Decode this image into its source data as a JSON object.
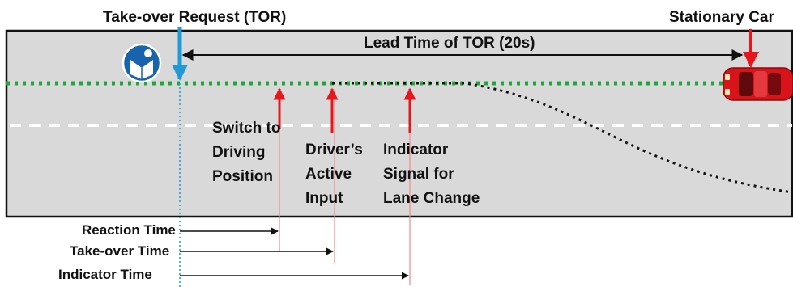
{
  "labels": {
    "tor": "Take-over Request (TOR)",
    "stationary_car": "Stationary Car",
    "lead_time": "Lead Time of TOR (20s)",
    "switch_to_driving": [
      "Switch to",
      "Driving",
      "Position"
    ],
    "drivers_active_input": [
      "Driver’s",
      "Active",
      "Input"
    ],
    "indicator_signal": [
      "Indicator",
      "Signal for",
      "Lane Change"
    ],
    "reaction_time": "Reaction Time",
    "takeover_time": "Take-over Time",
    "indicator_time": "Indicator Time"
  },
  "icons": {
    "tor_icon": "read-manual-icon",
    "car": "red-car-icon"
  },
  "colors": {
    "road": "#d9d9d9",
    "lane_green": "#1fa83a",
    "lane_white": "#ffffff",
    "tor_blue": "#1f9ad6",
    "marker_red": "#e8161c",
    "guide_pink": "#f08a8a",
    "icon_blue": "#1763ad",
    "car_red": "#d8131a"
  }
}
